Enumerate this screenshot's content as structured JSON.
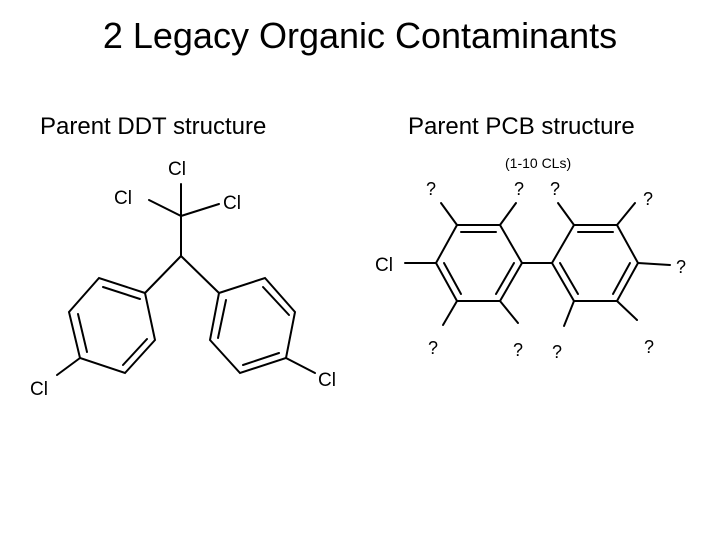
{
  "title": "2 Legacy Organic Contaminants",
  "ddt": {
    "subtitle": "Parent DDT structure",
    "atom_label": "Cl"
  },
  "pcb": {
    "subtitle": "Parent PCB structure",
    "note": "(1-10 CLs)",
    "atom_label": "Cl",
    "unknown_label": "?"
  },
  "colors": {
    "bond": "#000000",
    "background": "#ffffff"
  }
}
